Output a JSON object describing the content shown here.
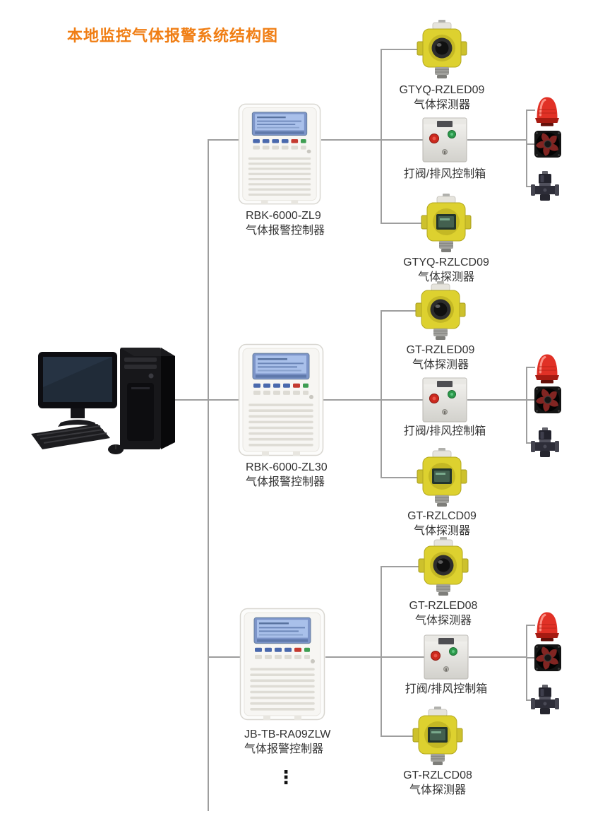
{
  "title": "本地监控气体报警系统结构图",
  "controllers": [
    {
      "model": "RBK-6000-ZL9",
      "type": "气体报警控制器"
    },
    {
      "model": "RBK-6000-ZL30",
      "type": "气体报警控制器"
    },
    {
      "model": "JB-TB-RA09ZLW",
      "type": "气体报警控制器"
    }
  ],
  "branches": [
    {
      "detector_top": {
        "model": "GTYQ-RZLED09",
        "type": "气体探测器"
      },
      "control_box": {
        "label": "打阀/排风控制箱"
      },
      "detector_bottom": {
        "model": "GTYQ-RZLCD09",
        "type": "气体探测器"
      }
    },
    {
      "detector_top": {
        "model": "GT-RZLED09",
        "type": "气体探测器"
      },
      "control_box": {
        "label": "打阀/排风控制箱"
      },
      "detector_bottom": {
        "model": "GT-RZLCD09",
        "type": "气体探测器"
      }
    },
    {
      "detector_top": {
        "model": "GT-RZLED08",
        "type": "气体探测器"
      },
      "control_box": {
        "label": "打阀/排风控制箱"
      },
      "detector_bottom": {
        "model": "GT-RZLCD08",
        "type": "气体探测器"
      }
    }
  ],
  "continuation": "⋮",
  "colors": {
    "title": "#f07e14",
    "connector_line": "#9e9e9e",
    "label_text": "#333333",
    "detector_body": "#ddd12f",
    "alarm_beacon": "#e13126",
    "controller_screen": "#a9c0ea"
  }
}
